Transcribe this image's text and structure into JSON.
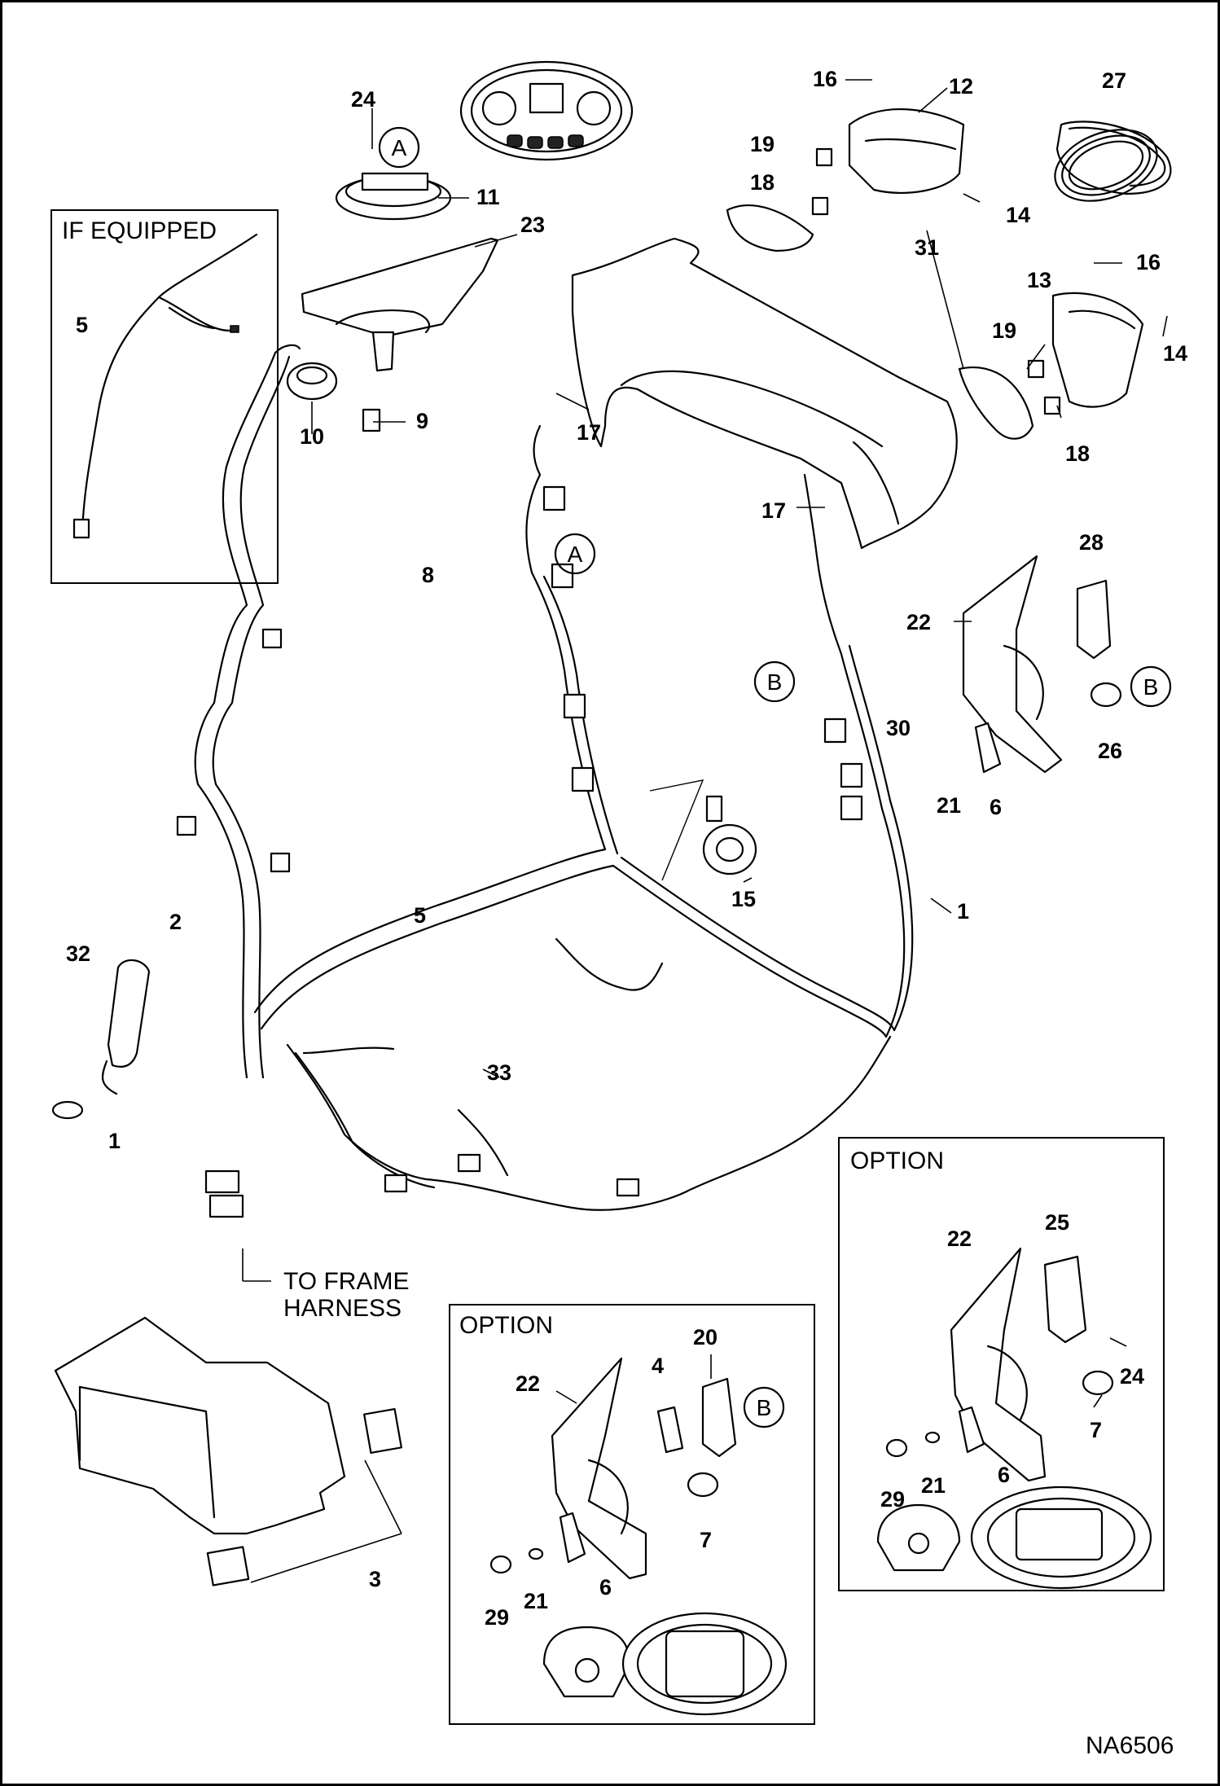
{
  "figure": {
    "drawing_number": "NA6506"
  },
  "boxes": {
    "if_equipped": "IF EQUIPPED",
    "option_left": "OPTION",
    "option_right": "OPTION"
  },
  "notes": {
    "frame_harness_line1": "TO FRAME",
    "frame_harness_line2": "HARNESS"
  },
  "reference_markers": [
    "A",
    "B"
  ],
  "callouts": [
    "1",
    "2",
    "3",
    "4",
    "5",
    "6",
    "7",
    "8",
    "9",
    "10",
    "11",
    "12",
    "13",
    "14",
    "15",
    "16",
    "17",
    "18",
    "19",
    "20",
    "21",
    "22",
    "23",
    "24",
    "25",
    "26",
    "27",
    "28",
    "29",
    "30",
    "31",
    "32",
    "33"
  ]
}
